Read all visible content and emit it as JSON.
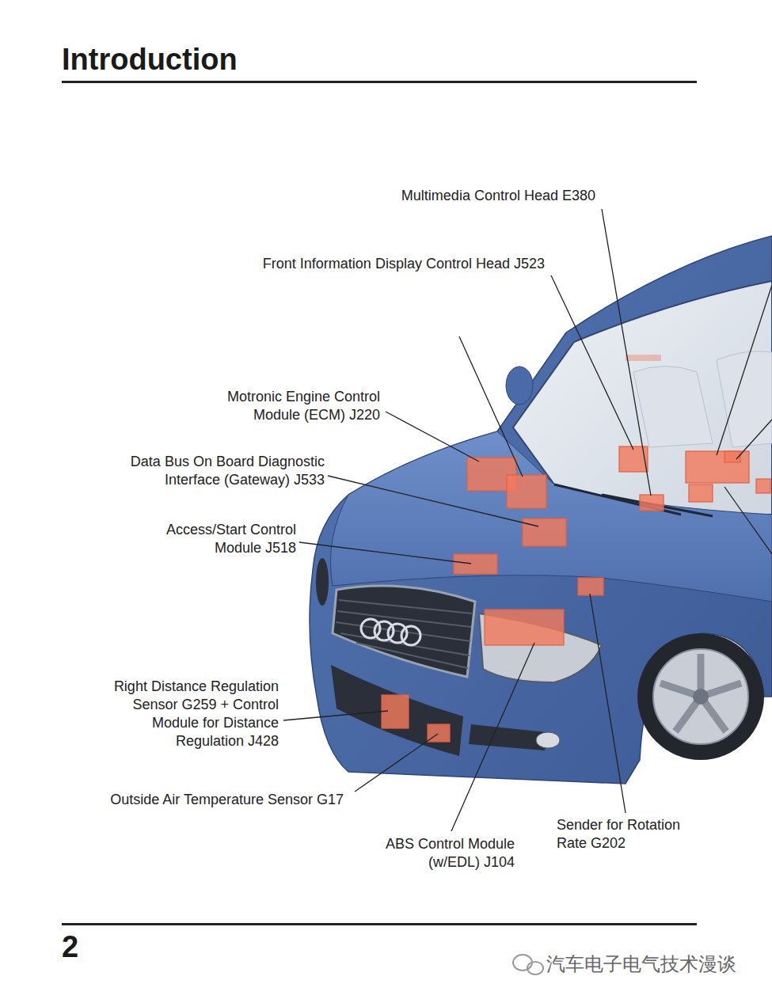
{
  "diagram": {
    "title": "Introduction",
    "labels": [
      "Multimedia Control Head E380",
      "Front Information Display Control Head J523",
      "Motronic Engine Control Module (ECM) J220",
      "Data Bus On Board Diagnostic Interface (Gateway) J533",
      "Access/Start Control Module J518",
      "Right Distance Regulation Sensor G259 + Control Module for Distance Regulation J428",
      "Outside Air Temperature Sensor G17",
      "ABS Control Module (w/EDL) J104",
      "Sender for Rotation Rate G202",
      "2",
      "汽车电子电气技术漫谈"
    ]
  }
}
